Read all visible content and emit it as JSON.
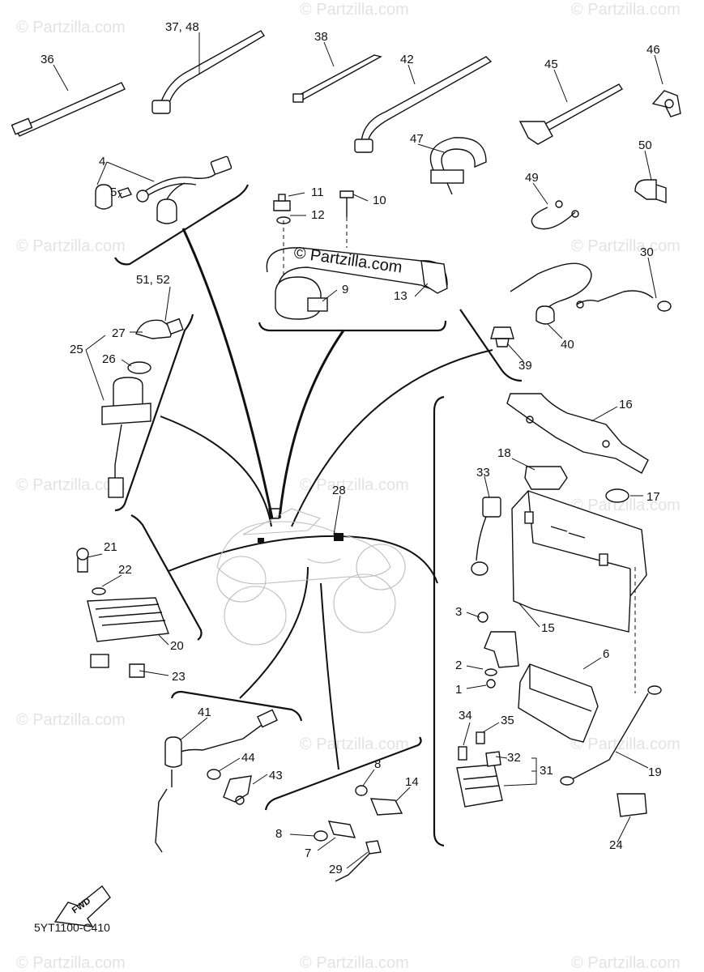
{
  "watermark": {
    "short": "© Partzilla.com",
    "center": "© Partzilla.com"
  },
  "diagram_code": "5YT1100-C410",
  "fwd_label": "FWD",
  "callouts": {
    "c36": "36",
    "c37_48": "37, 48",
    "c38": "38",
    "c42": "42",
    "c45": "45",
    "c46": "46",
    "c47": "47",
    "c50": "50",
    "c49": "49",
    "c4": "4",
    "c5": "5",
    "c11": "11",
    "c10": "10",
    "c12": "12",
    "c9": "9",
    "c13": "13",
    "c30": "30",
    "c40": "40",
    "c39": "39",
    "c51_52": "51, 52",
    "c27": "27",
    "c25": "25",
    "c26": "26",
    "c16": "16",
    "c18": "18",
    "c33": "33",
    "c17": "17",
    "c28": "28",
    "c21": "21",
    "c22": "22",
    "c20": "20",
    "c23": "23",
    "c3": "3",
    "c15": "15",
    "c6": "6",
    "c2": "2",
    "c1": "1",
    "c34": "34",
    "c35": "35",
    "c32": "32",
    "c31": "31",
    "c19": "19",
    "c24": "24",
    "c41": "41",
    "c44": "44",
    "c43": "43",
    "c8a": "8",
    "c14": "14",
    "c8b": "8",
    "c7": "7",
    "c29": "29"
  }
}
